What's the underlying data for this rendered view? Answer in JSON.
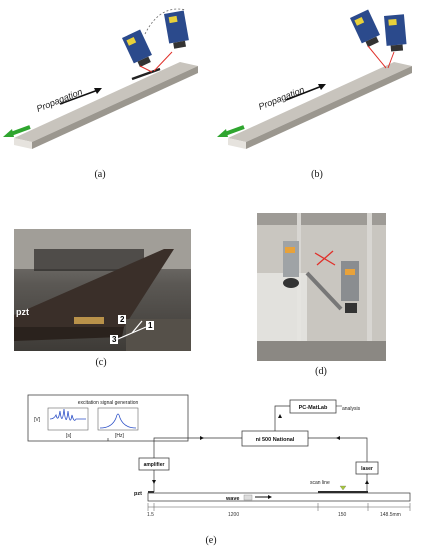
{
  "panel_a": {
    "caption": "(a)",
    "arrow_label": "Propagation"
  },
  "panel_b": {
    "caption": "(b)",
    "arrow_label": "Propagation"
  },
  "panel_c": {
    "caption": "(c)",
    "pzt_label": "pzt",
    "axes": [
      "1",
      "2",
      "3"
    ]
  },
  "panel_d": {
    "caption": "(d)"
  },
  "panel_e": {
    "caption": "(e)",
    "excitation_title": "excitation signal generation",
    "excitation_y": "[V]",
    "excitation_x1": "[s]",
    "excitation_x2": "[Hz]",
    "ni_box": "ni 500 National",
    "pc_box": "PC-MatLab",
    "analysis": "analysis",
    "amplifier": "amplifier",
    "laser": "laser",
    "scan_line": "scan line",
    "wave": "wave",
    "pzt": "pzt",
    "dim1": "1.5",
    "dim2": "1200",
    "dim3": "150",
    "dim4": "148.5mm"
  },
  "colors": {
    "beam": "#b9b5ae",
    "arrow_green": "#2fa52f",
    "laser_red": "#e0302a",
    "photo_dark": "#3a2f29"
  }
}
